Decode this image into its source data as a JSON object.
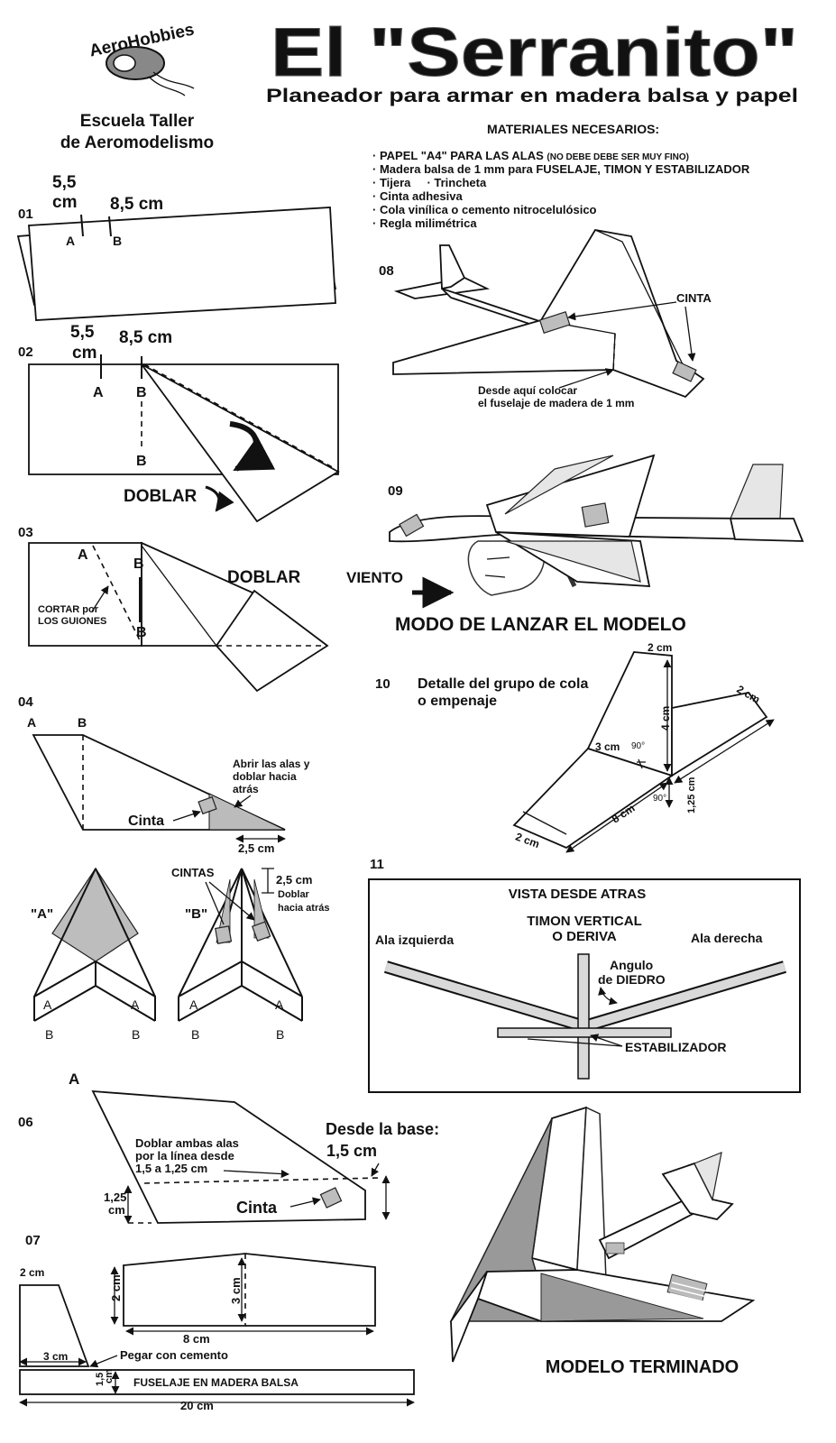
{
  "logo": {
    "brand": "AeroHobbies",
    "school_line1": "Escuela Taller",
    "school_line2": "de Aeromodelismo"
  },
  "title": "El \"Serranito\"",
  "subtitle": "Planeador para armar en madera balsa y papel",
  "materials": {
    "heading": "MATERIALES NECESARIOS:",
    "items": [
      {
        "text": "· PAPEL \"A4\" PARA LAS ALAS ",
        "note": "(NO DEBE DEBE SER MUY FINO)"
      },
      {
        "text": "· Madera balsa de 1 mm para FUSELAJE, TIMON Y ESTABILIZADOR",
        "note": ""
      },
      {
        "text": "· Tijera     · Trincheta",
        "note": ""
      },
      {
        "text": "· Cinta adhesiva",
        "note": ""
      },
      {
        "text": "· Cola vinílica o cemento nitrocelulósico",
        "note": ""
      },
      {
        "text": "· Regla milimétrica",
        "note": ""
      }
    ]
  },
  "step01": {
    "num": "01",
    "m1a": "5,5",
    "m1b": "cm",
    "m2": "8,5 cm",
    "a": "A",
    "b": "B"
  },
  "step02": {
    "num": "02",
    "m1a": "5,5",
    "m1b": "cm",
    "m2": "8,5 cm",
    "a": "A",
    "b": "B",
    "b2": "B",
    "fold": "DOBLAR"
  },
  "step03": {
    "num": "03",
    "a": "A",
    "b": "B",
    "b2": "B",
    "fold": "DOBLAR",
    "cut1": "CORTAR por",
    "cut2": "LOS GUIONES"
  },
  "step04": {
    "num": "04",
    "a": "A",
    "b": "B",
    "open1": "Abrir las alas y",
    "open2": "doblar hacia",
    "open3": "atrás",
    "tape": "Cinta",
    "dim": "2,5 cm"
  },
  "step05": {
    "labelA": "\"A\"",
    "labelB": "\"B\"",
    "tapes": "CINTAS",
    "dim": "2,5 cm",
    "fold1": "Doblar",
    "fold2": "hacia atrás",
    "a": "A",
    "b": "B"
  },
  "step06": {
    "num": "06",
    "a": "A",
    "fold1": "Doblar ambas alas",
    "fold2": "por la línea desde",
    "fold3": "1,5 a 1,25 cm",
    "base1": "Desde la base:",
    "base2": "1,5 cm",
    "dim1": "1,25",
    "dim2": "cm",
    "tape": "Cinta"
  },
  "step07": {
    "num": "07",
    "d2": "2 cm",
    "d3": "3 cm",
    "glue": "Pegar con cemento",
    "fus": "FUSELAJE EN MADERA BALSA",
    "d20": "20 cm",
    "d15a": "1,5",
    "d15b": "cm",
    "v2": "2 cm",
    "v3": "3 cm",
    "d8": "8 cm"
  },
  "step08": {
    "num": "08",
    "tape": "CINTA",
    "note1": "Desde aquí colocar",
    "note2": "el fuselaje de madera de  1 mm"
  },
  "step09": {
    "num": "09",
    "wind": "VIENTO",
    "launch": "MODO DE LANZAR EL MODELO"
  },
  "step10": {
    "num": "10",
    "t1": "Detalle del grupo de cola",
    "t2": "o empenaje",
    "d2a": "2 cm",
    "d2b": "2 cm",
    "d2c": "2 cm",
    "d4": "4 cm",
    "d3": "3 cm",
    "d90a": "90°",
    "d90b": "90°",
    "d125": "1,25 cm",
    "d8": "8 cm"
  },
  "step11": {
    "num": "11",
    "title": "VISTA DESDE ATRAS",
    "fin1": "TIMON VERTICAL",
    "fin2": "O  DERIVA",
    "left": "Ala izquierda",
    "right": "Ala derecha",
    "ang1": "Angulo",
    "ang2": "de DIEDRO",
    "stab": "ESTABILIZADOR"
  },
  "finished": "MODELO TERMINADO"
}
